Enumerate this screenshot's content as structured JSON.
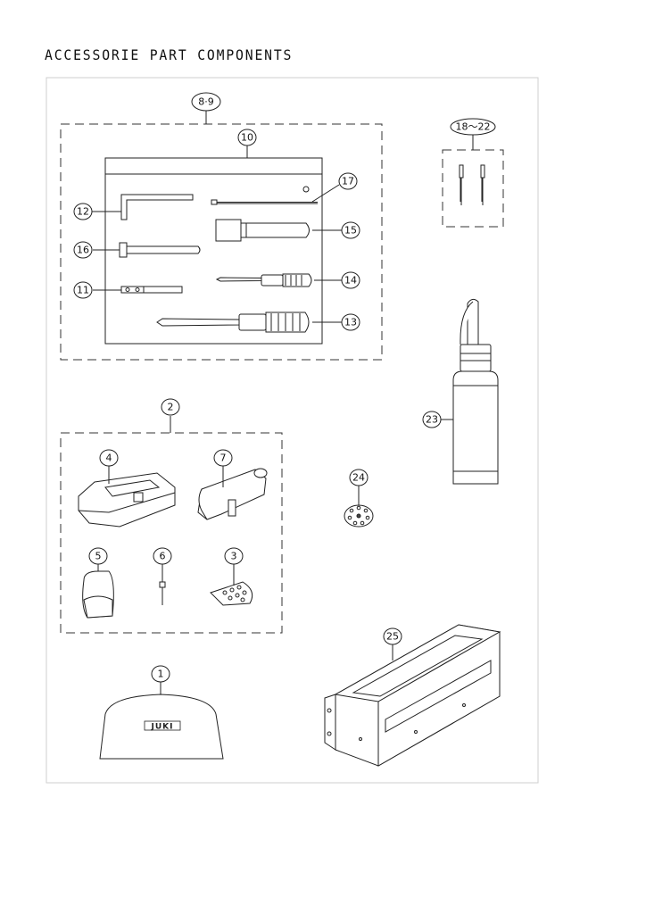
{
  "title": "ACCESSORIE PART COMPONENTS",
  "callouts": [
    {
      "id": "c89",
      "label": "8·9"
    },
    {
      "id": "c10",
      "label": "10"
    },
    {
      "id": "c17",
      "label": "17"
    },
    {
      "id": "c12",
      "label": "12"
    },
    {
      "id": "c15",
      "label": "15"
    },
    {
      "id": "c16",
      "label": "16"
    },
    {
      "id": "c14",
      "label": "14"
    },
    {
      "id": "c11",
      "label": "11"
    },
    {
      "id": "c13",
      "label": "13"
    },
    {
      "id": "c1822",
      "label": "18～22"
    },
    {
      "id": "c23",
      "label": "23"
    },
    {
      "id": "c2",
      "label": "2"
    },
    {
      "id": "c4",
      "label": "4"
    },
    {
      "id": "c7",
      "label": "7"
    },
    {
      "id": "c5",
      "label": "5"
    },
    {
      "id": "c6",
      "label": "6"
    },
    {
      "id": "c3",
      "label": "3"
    },
    {
      "id": "c24",
      "label": "24"
    },
    {
      "id": "c25",
      "label": "25"
    },
    {
      "id": "c1",
      "label": "1"
    }
  ],
  "logo_text": "JUKI"
}
